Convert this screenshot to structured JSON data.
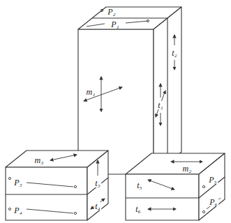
{
  "diagram": {
    "labels": [
      "P₂",
      "P₁",
      "m₁",
      "t₁",
      "t₂",
      "m₃",
      "t₃",
      "t₄",
      "m₂",
      "t₅",
      "t₆",
      "P₅",
      "P₆",
      "P₃",
      "P₄"
    ]
  }
}
